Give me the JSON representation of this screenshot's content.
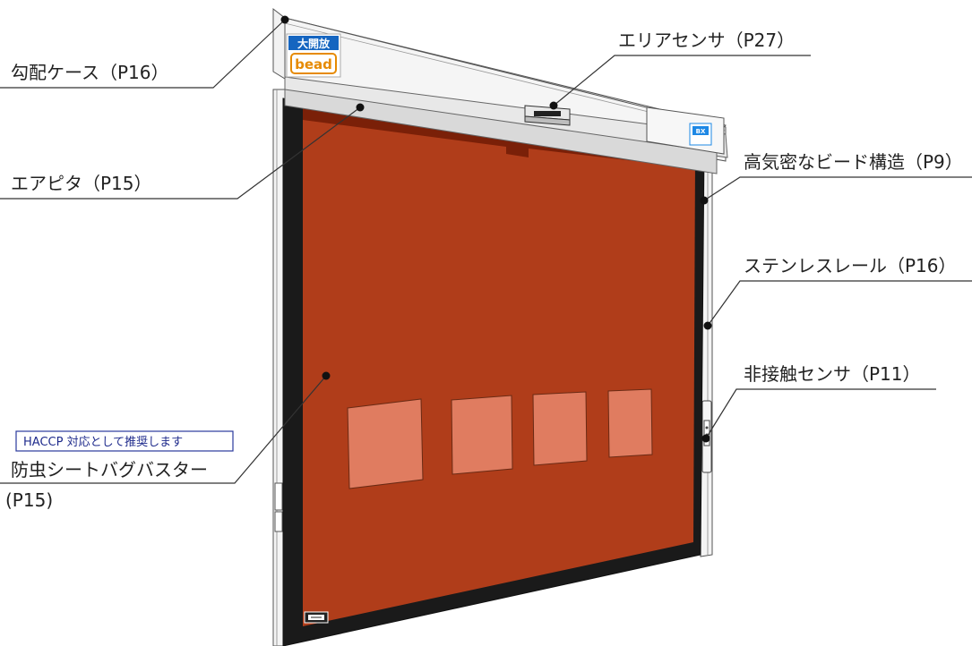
{
  "labels": {
    "kobai_case": "勾配ケース（P16）",
    "area_sensor": "エリアセンサ（P27）",
    "air_pita": "エアピタ（P15）",
    "bead": "高気密なビード構造（P9）",
    "rail": "ステンレスレール（P16）",
    "noncontact": "非接触センサ（P11）",
    "bugbuster": "防虫シートバグバスター",
    "bugbuster_page": "(P15)"
  },
  "badge": "HACCP 対応として推奨します",
  "logo": {
    "top_text": "大開放",
    "main_text": "bead"
  },
  "case_panel_text": "BX",
  "colors": {
    "sheet": "#b03d1a",
    "sheet_dark": "#7a2008",
    "window": "#e07c60",
    "frame": "#1a1a1a",
    "case": "#f2f2f2",
    "badge_border": "#2a3a9c"
  }
}
